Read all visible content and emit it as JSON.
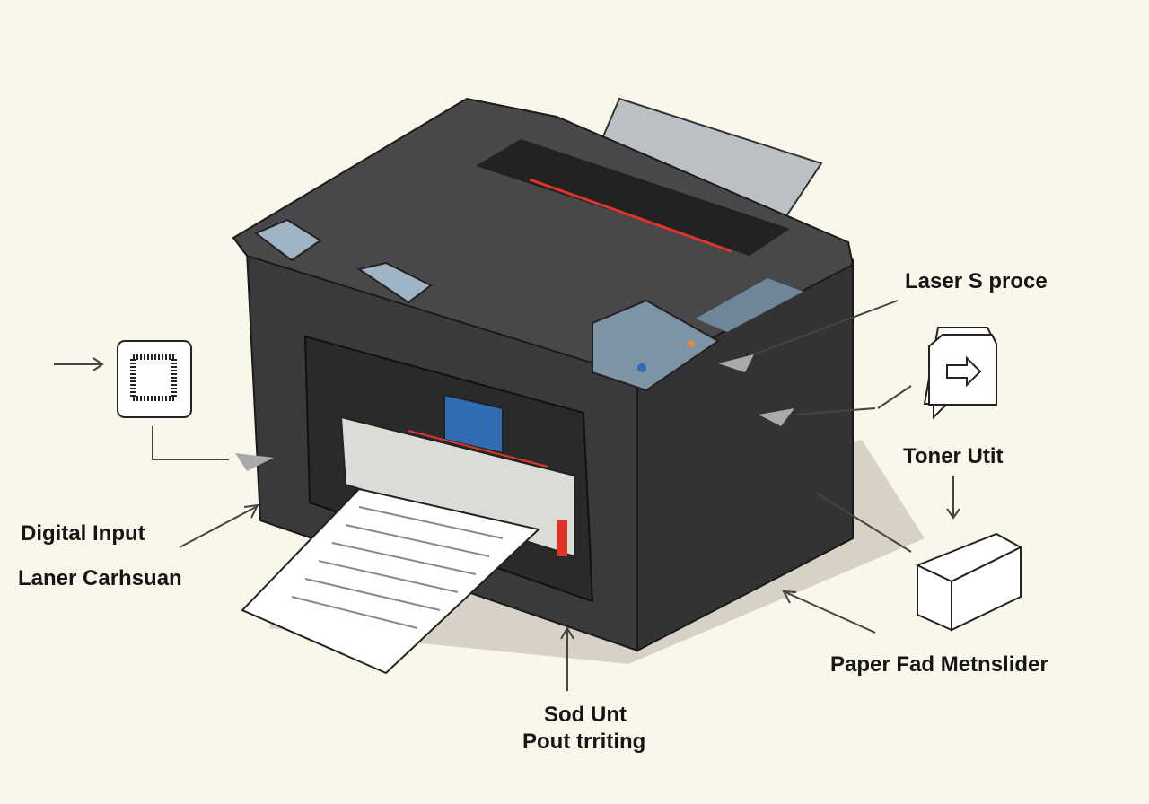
{
  "labels": {
    "digital_input": "Digital Input",
    "laner_carhsuan": "Laner Carhsuan",
    "laser_process": "Laser S proce",
    "toner_unit": "Toner Utit",
    "paper_feed": "Paper Fad Metnslider",
    "sod_unit": "Sod Unt",
    "pout_writing": "Pout trriting"
  },
  "colors": {
    "background": "#f9f6ea",
    "printer_body": "#3a3a3c",
    "printer_top": "#454547",
    "screen": "#9fb4c4",
    "accent_red": "#e0342a",
    "accent_blue": "#2f6db3"
  }
}
